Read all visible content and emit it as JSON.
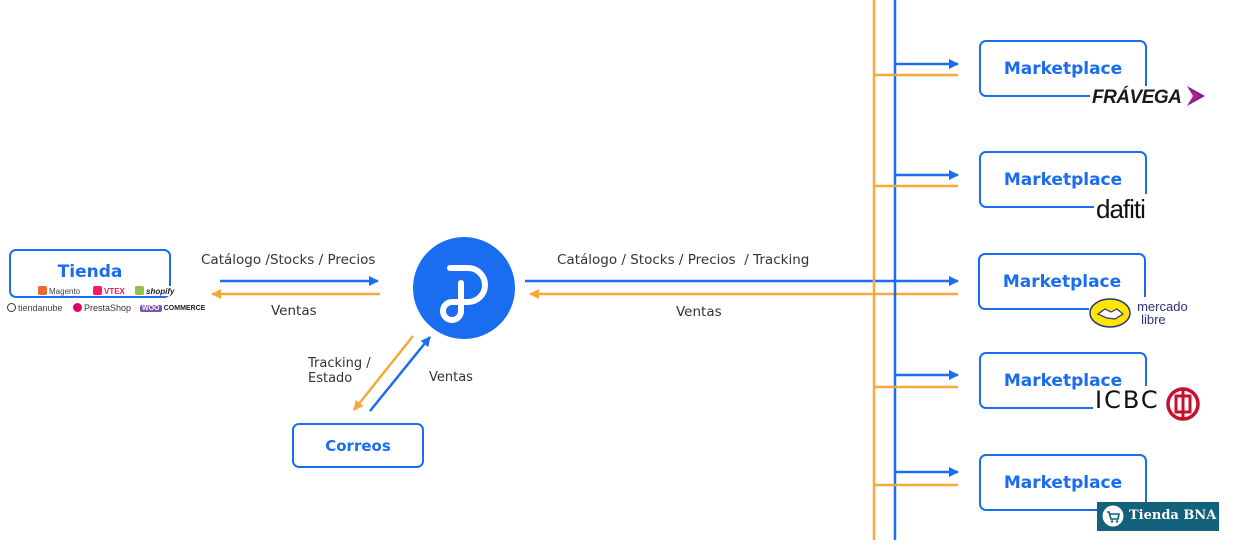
{
  "colors": {
    "blue": "#1a6cf0",
    "orange": "#f7a838",
    "text": "#333333"
  },
  "hub": {
    "icon": "platform-p-logo-icon"
  },
  "store": {
    "title": "Tienda",
    "platforms": [
      "Magento",
      "VTEX",
      "shopify",
      "tiendanube",
      "PrestaShop",
      "WOO",
      "COMMERCE"
    ]
  },
  "courier": {
    "title": "Correos"
  },
  "labels": {
    "store_to_hub": "Catálogo /Stocks / Precios",
    "hub_to_store": "Ventas",
    "hub_to_courier": "Tracking /\nEstado",
    "courier_to_hub": "Ventas",
    "hub_to_marketplaces": "Catálogo / Stocks / Precios  / Tracking",
    "marketplaces_to_hub": "Ventas"
  },
  "marketplaces": [
    {
      "title": "Marketplace",
      "brand": "FRÁVEGA"
    },
    {
      "title": "Marketplace",
      "brand": "dafiti"
    },
    {
      "title": "Marketplace",
      "brand_line1": "mercado",
      "brand_line2": "libre"
    },
    {
      "title": "Marketplace",
      "brand": "ICBC"
    },
    {
      "title": "Marketplace",
      "brand": "Tienda BNA"
    }
  ]
}
